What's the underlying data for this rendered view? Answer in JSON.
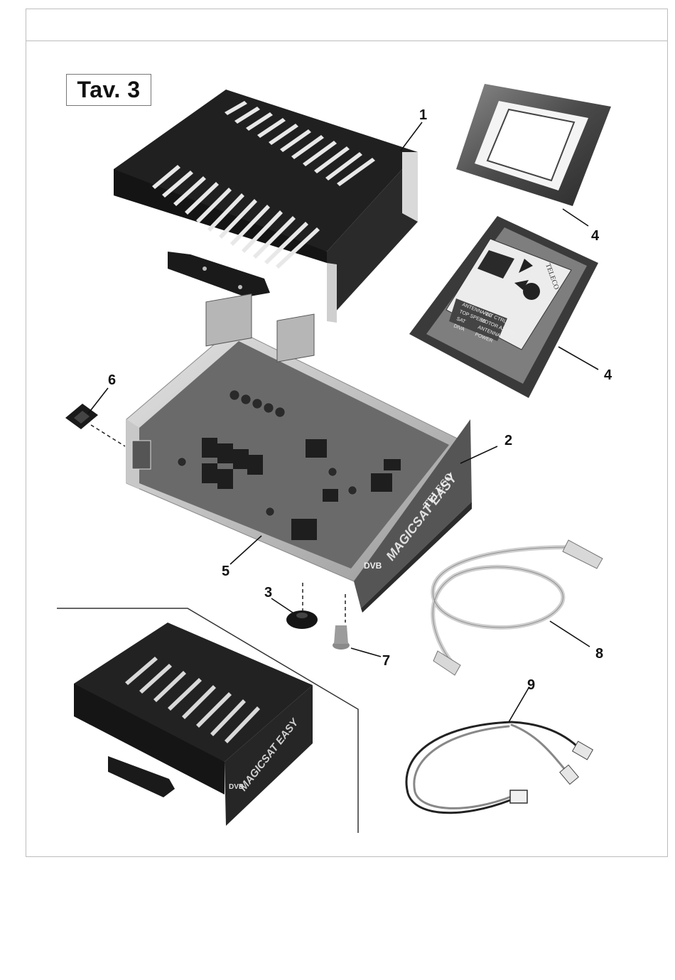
{
  "title": "Tav. 3",
  "callouts": [
    {
      "id": "c1",
      "label": "1"
    },
    {
      "id": "c2",
      "label": "2"
    },
    {
      "id": "c3",
      "label": "3"
    },
    {
      "id": "c4a",
      "label": "4"
    },
    {
      "id": "c4b",
      "label": "4"
    },
    {
      "id": "c5",
      "label": "5"
    },
    {
      "id": "c6",
      "label": "6"
    },
    {
      "id": "c7",
      "label": "7"
    },
    {
      "id": "c8",
      "label": "8"
    },
    {
      "id": "c9",
      "label": "9"
    }
  ],
  "panel": {
    "list": [
      "ANTENNA 1/2",
      "TOP SPEED",
      "SAT",
      "DIVA",
      "ANT CTRL",
      "MOTOR AZIMUT",
      "ANTENNA 1/2",
      "POWER"
    ]
  },
  "branding": {
    "device_text": "MAGICSAT EASY",
    "brand": "TELECO",
    "dvb": "DVB"
  },
  "colors": {
    "cover": "#1c1c1c",
    "metal": "#bdbdbd",
    "board": "#6a6a6a",
    "cable": "#d8d8d8"
  }
}
